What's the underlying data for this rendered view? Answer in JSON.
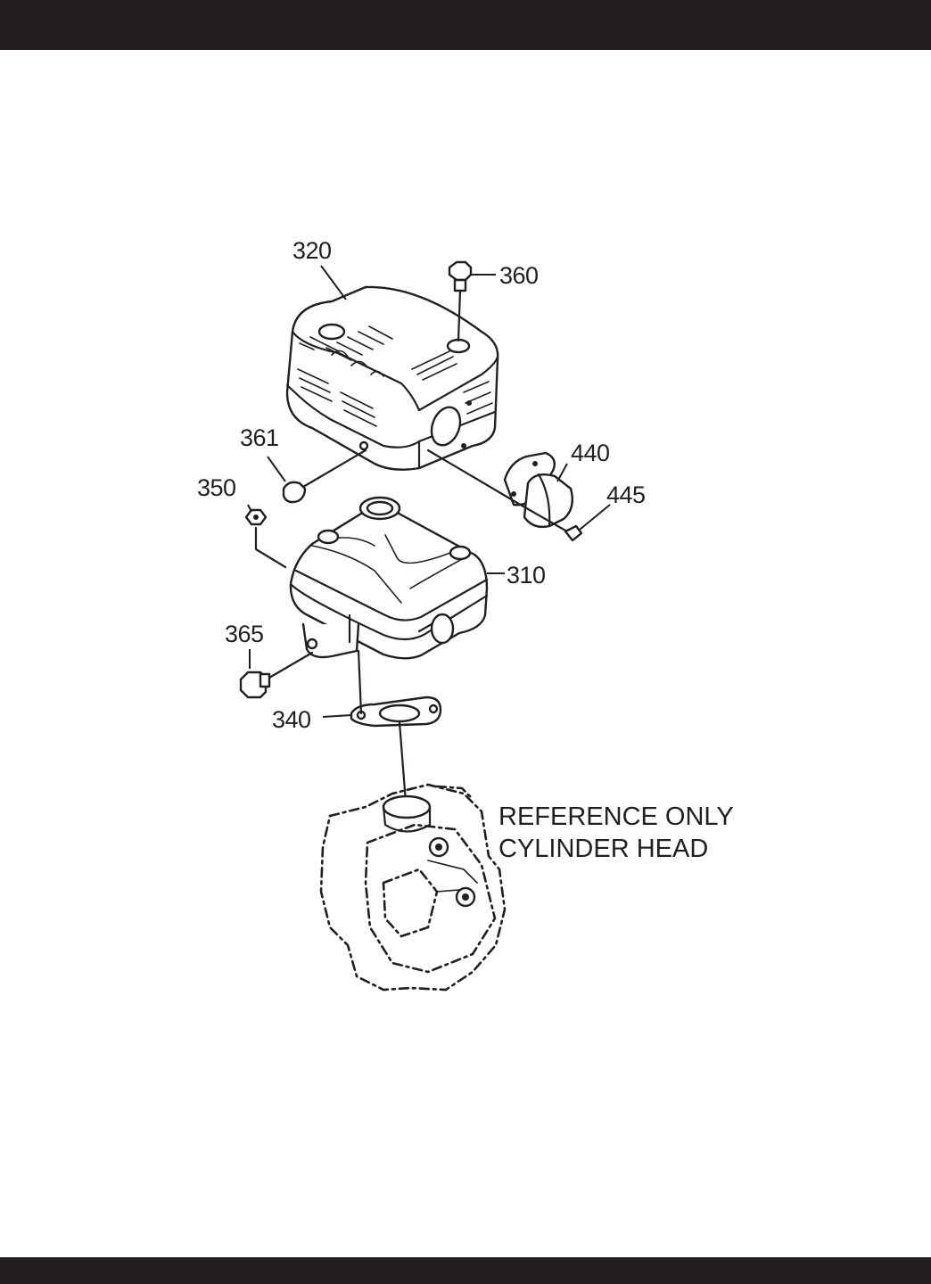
{
  "callouts": {
    "c320": "320",
    "c360": "360",
    "c361": "361",
    "c440": "440",
    "c350": "350",
    "c445": "445",
    "c310": "310",
    "c365": "365",
    "c340": "340"
  },
  "note": {
    "line1": "REFERENCE ONLY",
    "line2": "CYLINDER HEAD"
  },
  "colors": {
    "ink": "#231f20",
    "paper": "#ffffff"
  }
}
